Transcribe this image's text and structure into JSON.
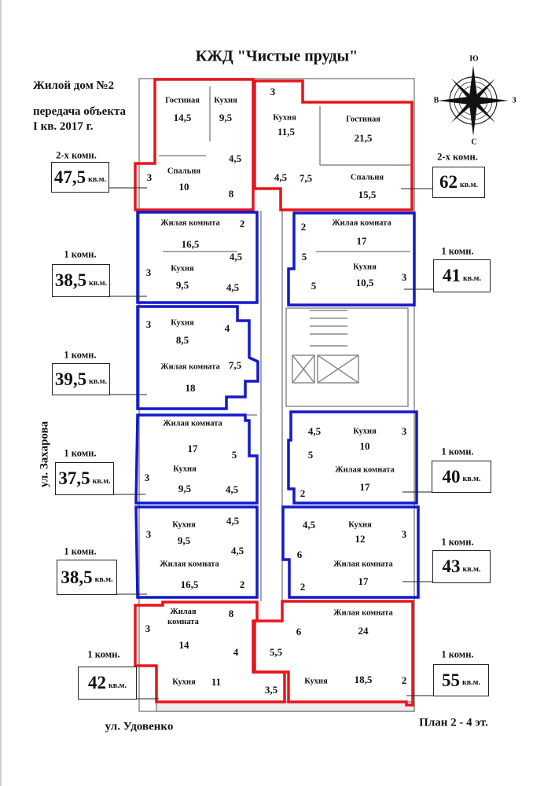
{
  "title": "КЖД \"Чистые пруды\"",
  "info": {
    "building": "Жилой дом №2",
    "handover_line1": "передача объекта",
    "handover_line2": "I кв. 2017 г."
  },
  "compass": {
    "top": "Ю",
    "left": "В",
    "right": "З",
    "bottom": "С"
  },
  "streets": {
    "left": "ул. Захарова",
    "bottom": "ул. Удовенко"
  },
  "plan_label": "План 2 - 4 эт.",
  "unit": "кв.м.",
  "colors": {
    "sold_outline": "#e8141c",
    "available_outline": "#1418c8",
    "walls": "#8a8a8a"
  },
  "apartments": [
    {
      "type": "2-х комн.",
      "area": "47,5",
      "outline": "red",
      "rooms": [
        {
          "name": "Гостиная",
          "area": "14,5"
        },
        {
          "name": "Кухня",
          "area": "9,5"
        },
        {
          "name": "",
          "area": "4,5"
        },
        {
          "name": "Спальня",
          "area": "10"
        },
        {
          "name": "",
          "area": "3"
        },
        {
          "name": "",
          "area": "8"
        }
      ]
    },
    {
      "type": "2-х комн.",
      "area": "62",
      "outline": "red",
      "rooms": [
        {
          "name": "",
          "area": "3"
        },
        {
          "name": "Кухня",
          "area": "11,5"
        },
        {
          "name": "Гостиная",
          "area": "21,5"
        },
        {
          "name": "",
          "area": "4,5"
        },
        {
          "name": "",
          "area": "7,5"
        },
        {
          "name": "Спальня",
          "area": "15,5"
        }
      ]
    },
    {
      "type": "1 комн.",
      "area": "38,5",
      "outline": "blue",
      "rooms": [
        {
          "name": "Жилая комната",
          "area": "16,5"
        },
        {
          "name": "",
          "area": "2"
        },
        {
          "name": "",
          "area": "4,5"
        },
        {
          "name": "",
          "area": "3"
        },
        {
          "name": "Кухня",
          "area": "9,5"
        },
        {
          "name": "",
          "area": "4,5"
        }
      ]
    },
    {
      "type": "1 комн.",
      "area": "41",
      "outline": "blue",
      "rooms": [
        {
          "name": "",
          "area": "2"
        },
        {
          "name": "Жилая комната",
          "area": "17"
        },
        {
          "name": "",
          "area": "5"
        },
        {
          "name": "Кухня",
          "area": "10,5"
        },
        {
          "name": "",
          "area": "5"
        },
        {
          "name": "",
          "area": "3"
        }
      ]
    },
    {
      "type": "1 комн.",
      "area": "39,5",
      "outline": "blue",
      "rooms": [
        {
          "name": "",
          "area": "3"
        },
        {
          "name": "Кухня",
          "area": "8,5"
        },
        {
          "name": "",
          "area": "4"
        },
        {
          "name": "Жилая комната",
          "area": "18"
        },
        {
          "name": "",
          "area": "7,5"
        }
      ]
    },
    {
      "type": "1 комн.",
      "area": "37,5",
      "outline": "blue",
      "rooms": [
        {
          "name": "Жилая комната",
          "area": "17"
        },
        {
          "name": "",
          "area": "5"
        },
        {
          "name": "",
          "area": "3"
        },
        {
          "name": "Кухня",
          "area": "9,5"
        },
        {
          "name": "",
          "area": "4,5"
        }
      ]
    },
    {
      "type": "1 комн.",
      "area": "40",
      "outline": "blue",
      "rooms": [
        {
          "name": "",
          "area": "4,5"
        },
        {
          "name": "Кухня",
          "area": "10"
        },
        {
          "name": "",
          "area": "3"
        },
        {
          "name": "",
          "area": "5"
        },
        {
          "name": "Жилая комната",
          "area": "17"
        },
        {
          "name": "",
          "area": "2"
        }
      ]
    },
    {
      "type": "1 комн.",
      "area": "38,5",
      "outline": "blue",
      "rooms": [
        {
          "name": "Кухня",
          "area": "9,5"
        },
        {
          "name": "",
          "area": "3"
        },
        {
          "name": "",
          "area": "4,5"
        },
        {
          "name": "",
          "area": "4,5"
        },
        {
          "name": "Жилая комната",
          "area": "16,5"
        },
        {
          "name": "",
          "area": "2"
        }
      ]
    },
    {
      "type": "1 комн.",
      "area": "43",
      "outline": "blue",
      "rooms": [
        {
          "name": "",
          "area": "4,5"
        },
        {
          "name": "Кухня",
          "area": "12"
        },
        {
          "name": "",
          "area": "3"
        },
        {
          "name": "",
          "area": "6"
        },
        {
          "name": "Жилая комната",
          "area": "17"
        },
        {
          "name": "",
          "area": "2"
        }
      ]
    },
    {
      "type": "1 комн.",
      "area": "42",
      "outline": "red",
      "rooms": [
        {
          "name": "",
          "area": "3"
        },
        {
          "name": "Жилая комната",
          "area": "14"
        },
        {
          "name": "",
          "area": "8"
        },
        {
          "name": "",
          "area": "4"
        },
        {
          "name": "Кухня",
          "area": "11"
        },
        {
          "name": "",
          "area": "3,5"
        }
      ]
    },
    {
      "type": "1 комн.",
      "area": "55",
      "outline": "red",
      "rooms": [
        {
          "name": "",
          "area": "6"
        },
        {
          "name": "Жилая комната",
          "area": "24"
        },
        {
          "name": "",
          "area": "5,5"
        },
        {
          "name": "Кухня",
          "area": "18,5"
        },
        {
          "name": "",
          "area": "2"
        }
      ]
    }
  ]
}
